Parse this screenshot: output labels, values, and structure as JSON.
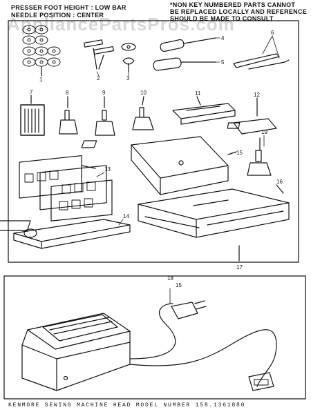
{
  "header": {
    "left_line1": "PRESSER FOOT HEIGHT : LOW BAR",
    "left_line2": "NEEDLE POSITION : CENTER",
    "right_line1": "*NON KEY NUMBERED PARTS CANNOT",
    "right_line2": "BE REPLACED LOCALLY AND REFERENCE",
    "right_line3": "SHOULD BE MADE TO CONSULT"
  },
  "watermark": "AppliancePartsPros.com",
  "footer": "KENMORE SEWING MACHINE HEAD  MODEL NUMBER 158.1361880",
  "callouts": {
    "c1": "1",
    "c2": "2",
    "c3": "3",
    "c4": "4",
    "c5": "5",
    "c6": "6",
    "c7": "7",
    "c8": "8",
    "c9": "9",
    "c10": "10",
    "c11": "11",
    "c12": "12",
    "c13": "13",
    "c14": "14",
    "c15": "15",
    "c16": "16",
    "c17": "17",
    "c18": "18",
    "c19": "19",
    "c15b": "15"
  }
}
